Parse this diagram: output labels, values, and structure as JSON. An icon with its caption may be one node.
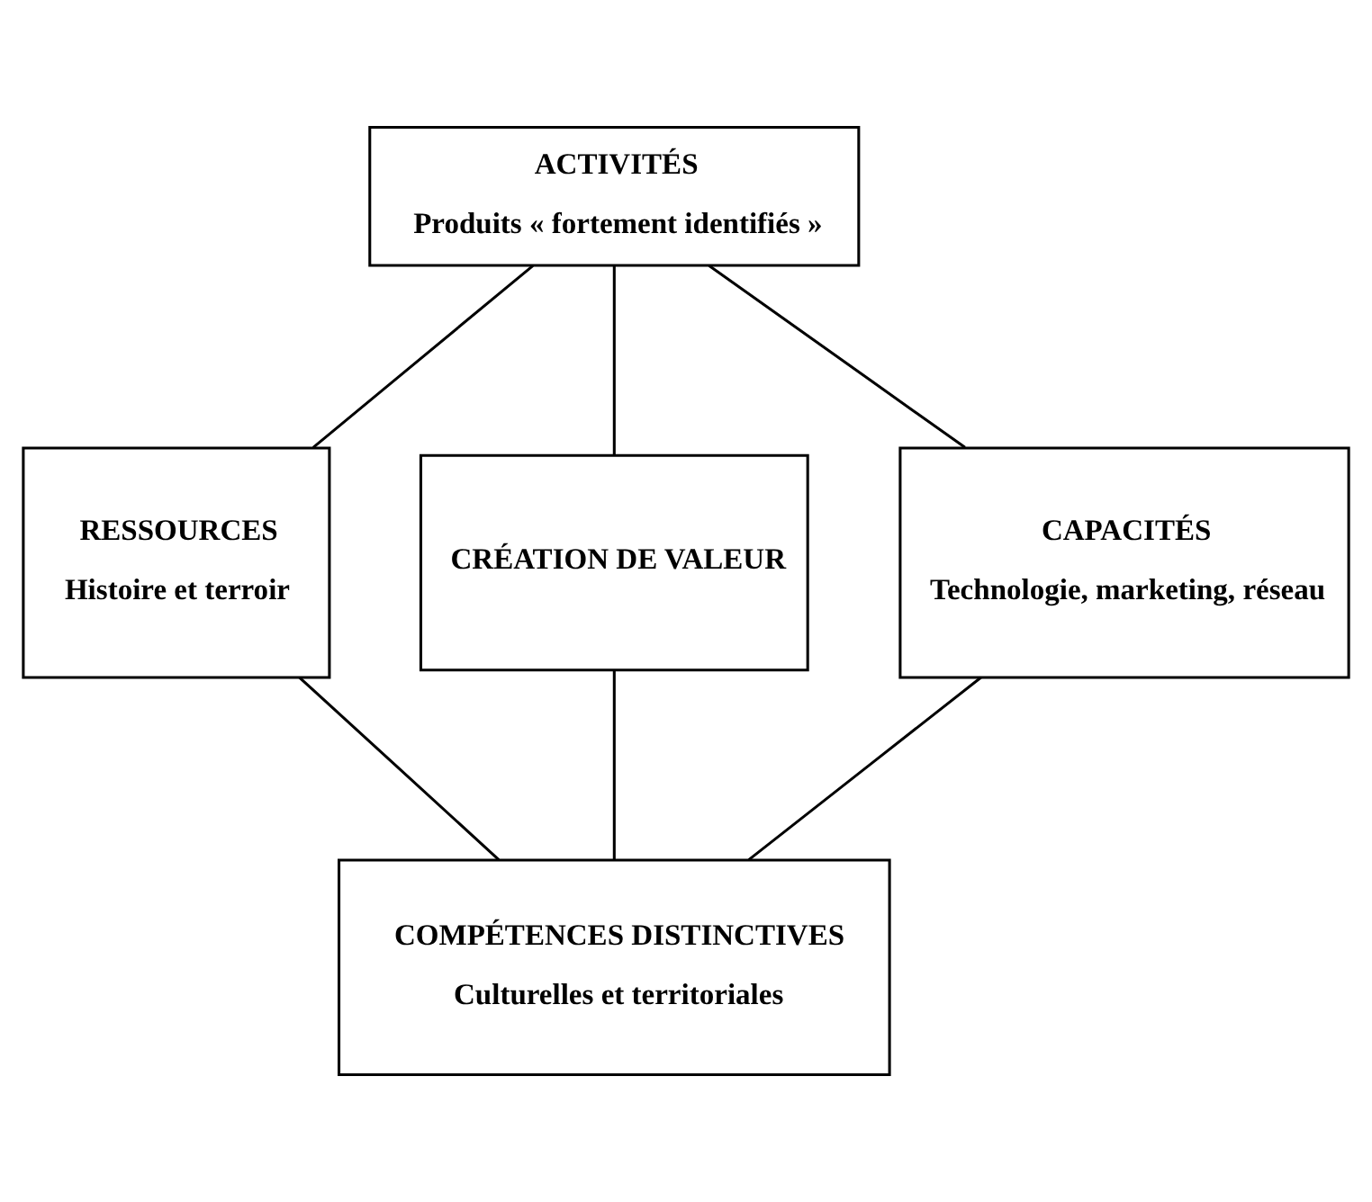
{
  "diagram": {
    "nodes": [
      {
        "text": [
          "ACTIVITÉS",
          "Produits « fortement identifiés »"
        ]
      },
      {
        "text": [
          "RESSOURCES",
          "Histoire et terroir"
        ]
      },
      {
        "text": [
          "CRÉATION DE VALEUR"
        ]
      },
      {
        "text": [
          "CAPACITÉS",
          "Technologie, marketing, réseau"
        ]
      },
      {
        "text": [
          "COMPÉTENCES DISTINCTIVES",
          "Culturelles et territoriales"
        ]
      }
    ],
    "edges": [
      {
        "from": 0,
        "to": 1,
        "arrow": "none"
      },
      {
        "from": 0,
        "to": 2,
        "arrow": "none"
      },
      {
        "from": 0,
        "to": 3,
        "arrow": "none"
      },
      {
        "from": 1,
        "to": 4,
        "arrow": "none"
      },
      {
        "from": 2,
        "to": 4,
        "arrow": "none"
      },
      {
        "from": 3,
        "to": 4,
        "arrow": "none"
      }
    ]
  }
}
